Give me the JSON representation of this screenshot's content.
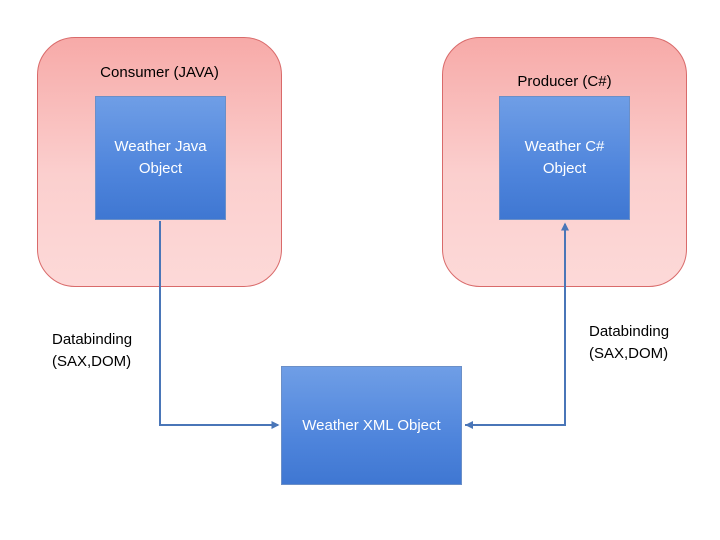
{
  "consumer": {
    "title": "Consumer (JAVA)",
    "object_label": "Weather Java\nObject"
  },
  "producer": {
    "title": "Producer (C#)",
    "object_label": "Weather C#\nObject"
  },
  "xml_object": {
    "label": "Weather XML Object"
  },
  "connectors": {
    "left_label": "Databinding\n(SAX,DOM)",
    "right_label": "Databinding\n(SAX,DOM)"
  },
  "colors": {
    "container_fill": "#fbc5c4",
    "container_border": "#d96a6a",
    "object_fill": "#4f85dc",
    "object_text": "#ffffff",
    "connector": "#4a76b8"
  }
}
